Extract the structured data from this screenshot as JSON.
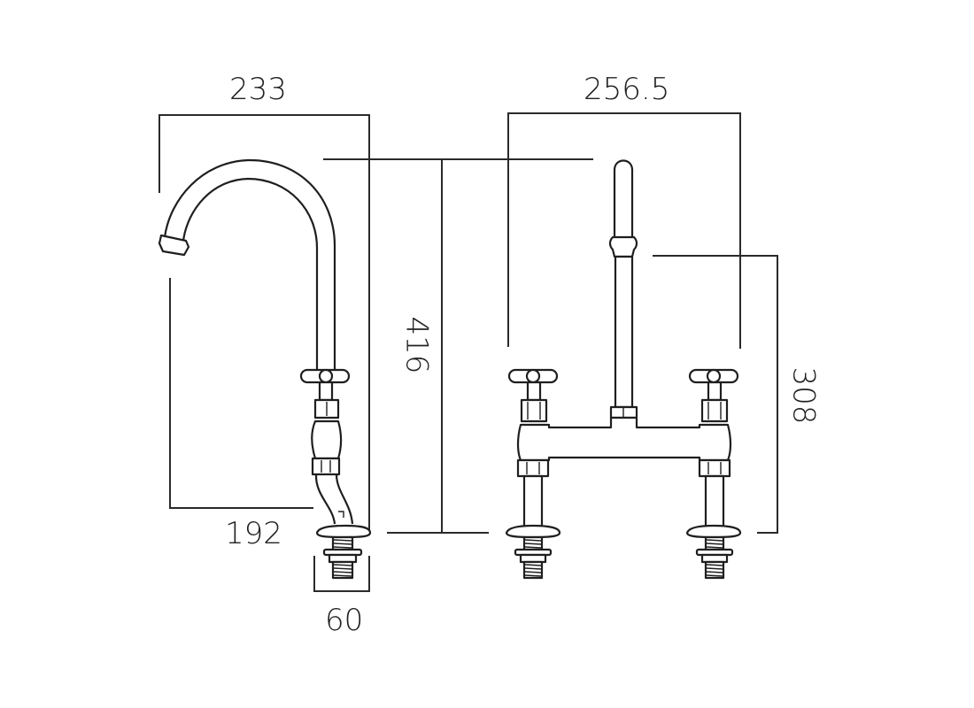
{
  "diagram": {
    "type": "technical-dimension-drawing",
    "subject": "bridge mixer tap with swan-neck spout, side and front elevation",
    "line_color": "#1f1f1f",
    "background": "#ffffff",
    "dimensions": {
      "side_spout_reach": "233",
      "front_overall_width": "256.5",
      "overall_height": "416",
      "spout_outlet_height": "308",
      "spout_clearance_reach": "192",
      "mounting_depth": "60"
    },
    "views": [
      {
        "name": "side-view",
        "labels": [
          "233",
          "416",
          "192",
          "60"
        ]
      },
      {
        "name": "front-view",
        "labels": [
          "256.5",
          "308"
        ]
      }
    ]
  }
}
